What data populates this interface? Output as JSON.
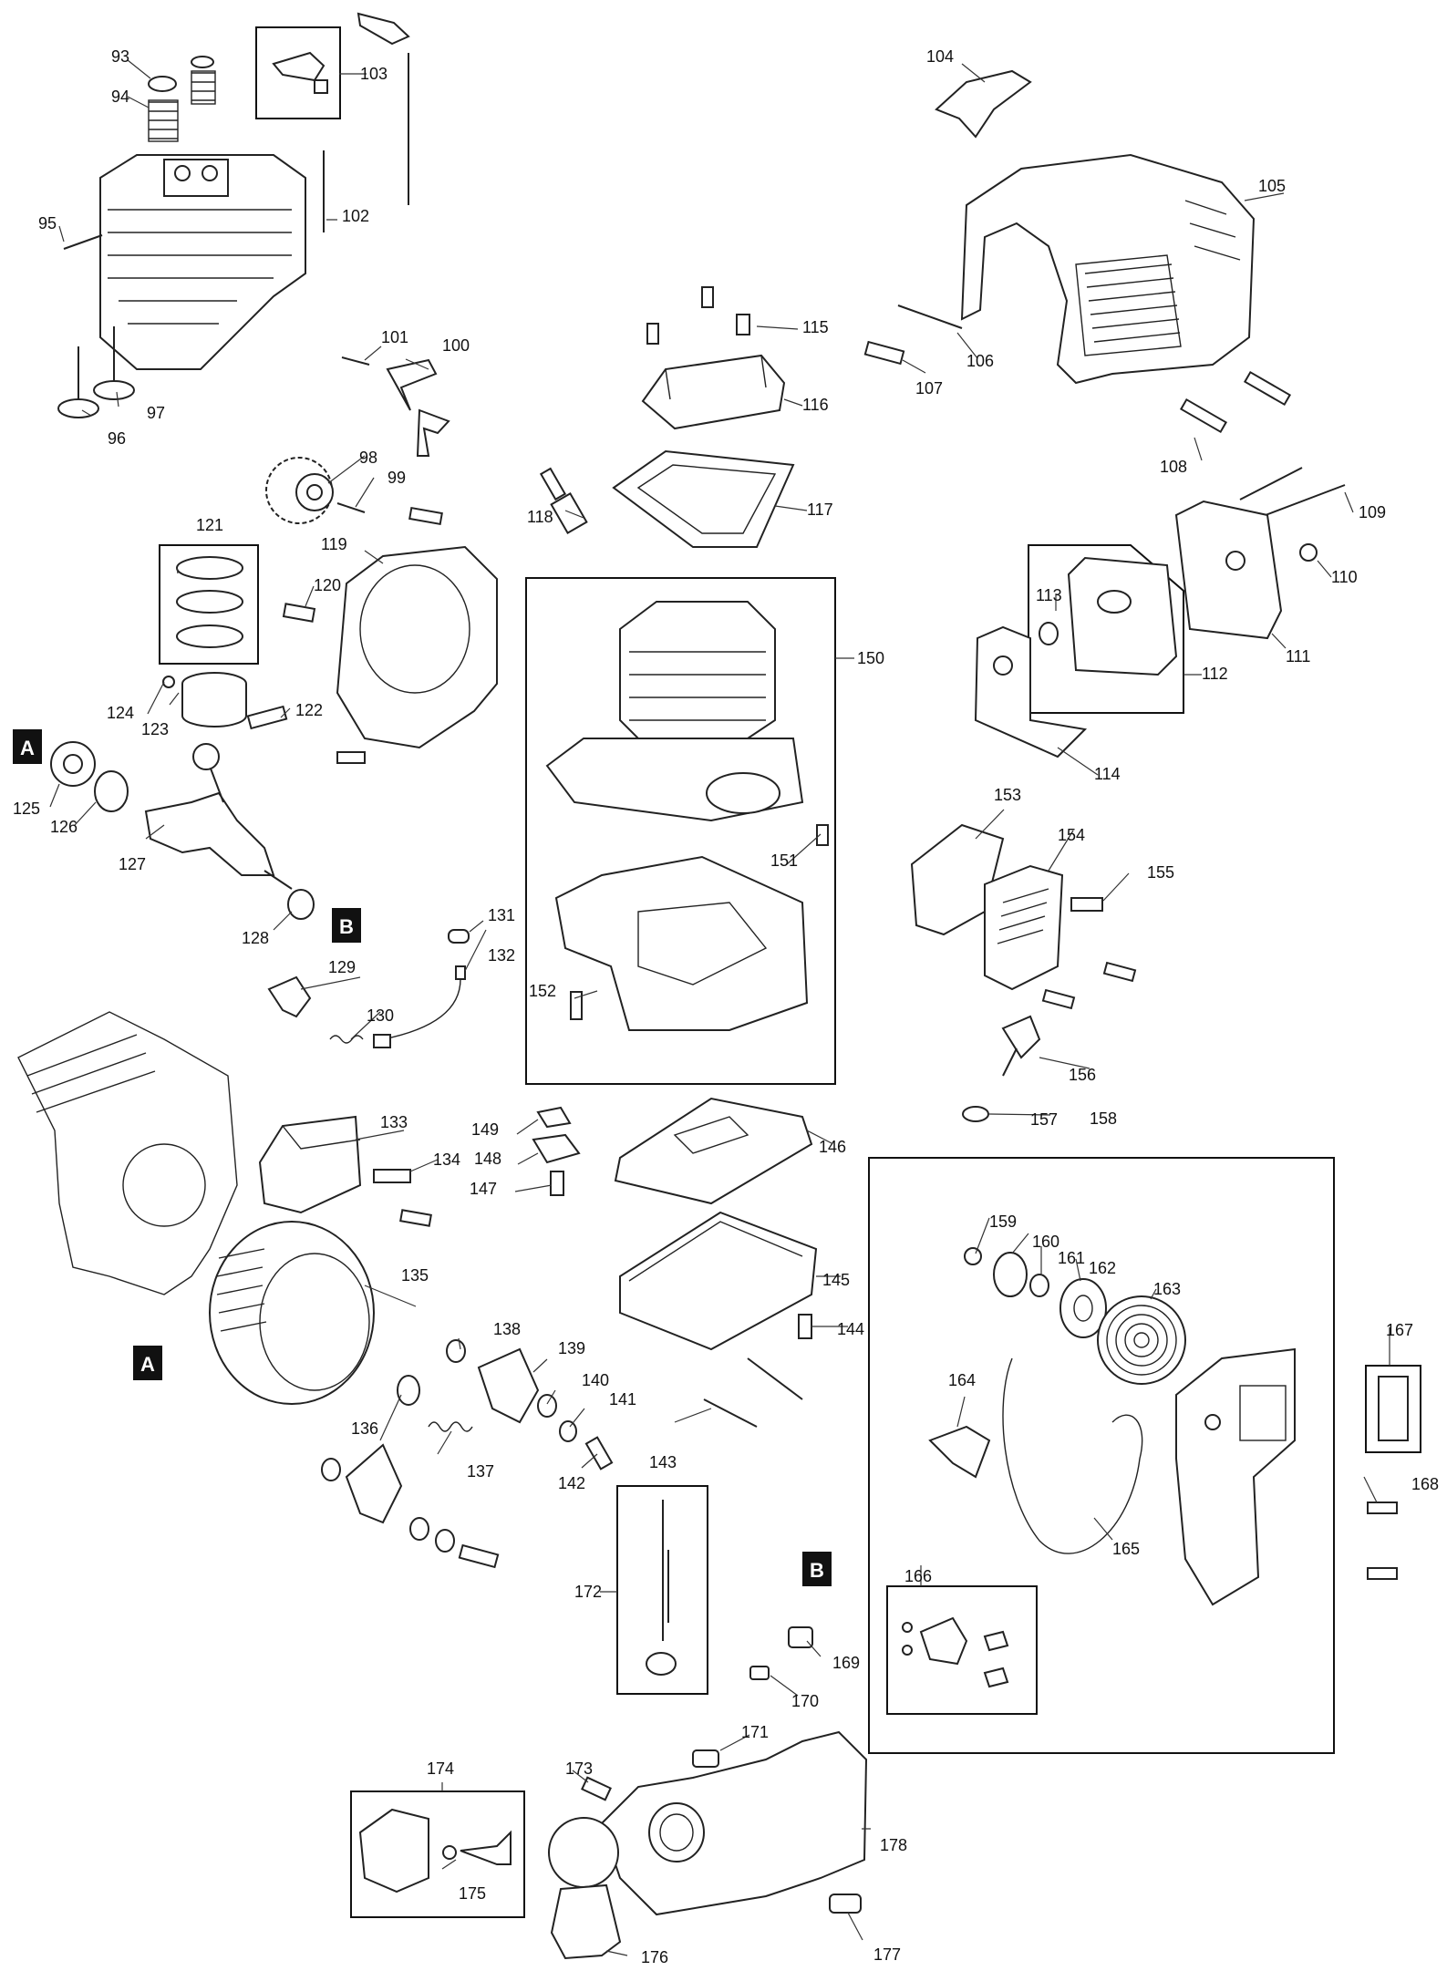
{
  "callouts": {
    "n93": "93",
    "n94": "94",
    "n95": "95",
    "n96": "96",
    "n97": "97",
    "n98": "98",
    "n99": "99",
    "n100": "100",
    "n101": "101",
    "n102": "102",
    "n103": "103",
    "n104": "104",
    "n105": "105",
    "n106": "106",
    "n107": "107",
    "n108": "108",
    "n109": "109",
    "n110": "110",
    "n111": "111",
    "n112": "112",
    "n113": "113",
    "n114": "114",
    "n115": "115",
    "n116": "116",
    "n117": "117",
    "n118": "118",
    "n119": "119",
    "n120": "120",
    "n121": "121",
    "n122": "122",
    "n123": "123",
    "n124": "124",
    "n125": "125",
    "n126": "126",
    "n127": "127",
    "n128": "128",
    "n129": "129",
    "n130": "130",
    "n131": "131",
    "n132": "132",
    "n133": "133",
    "n134": "134",
    "n135": "135",
    "n136": "136",
    "n137": "137",
    "n138": "138",
    "n139": "139",
    "n140": "140",
    "n141": "141",
    "n142": "142",
    "n143": "143",
    "n144": "144",
    "n145": "145",
    "n146": "146",
    "n147": "147",
    "n148": "148",
    "n149": "149",
    "n150": "150",
    "n151": "151",
    "n152": "152",
    "n153": "153",
    "n154": "154",
    "n155": "155",
    "n156": "156",
    "n157": "157",
    "n158": "158",
    "n159": "159",
    "n160": "160",
    "n161": "161",
    "n162": "162",
    "n163": "163",
    "n164": "164",
    "n165": "165",
    "n166": "166",
    "n167": "167",
    "n168": "168",
    "n169": "169",
    "n170": "170",
    "n171": "171",
    "n172": "172",
    "n173": "173",
    "n174": "174",
    "n175": "175",
    "n176": "176",
    "n177": "177",
    "n178": "178"
  },
  "markers": {
    "a": "A",
    "b": "B"
  }
}
